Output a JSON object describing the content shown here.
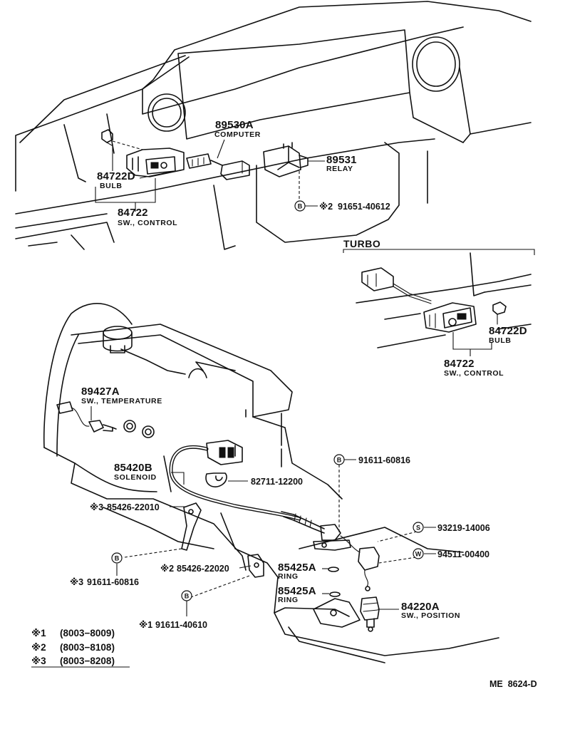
{
  "diagram": {
    "parts": {
      "computer": {
        "number": "89530A",
        "name": "COMPUTER"
      },
      "relay": {
        "number": "89531",
        "name": "RELAY"
      },
      "bulb_main": {
        "number": "84722D",
        "name": "BULB"
      },
      "switch_control_main": {
        "number": "84722",
        "name": "SW., CONTROL"
      },
      "screw_b_top": {
        "marker": "B",
        "prefix": "※2",
        "number": "91651-40612"
      },
      "turbo_bulb": {
        "number": "84722D",
        "name": "BULB"
      },
      "turbo_switch_control": {
        "number": "84722",
        "name": "SW., CONTROL"
      },
      "temp_switch": {
        "number": "89427A",
        "name": "SW., TEMPERATURE"
      },
      "solenoid": {
        "number": "85420B",
        "name": "SOLENOID"
      },
      "bolt_b_mid": {
        "marker": "B",
        "number": "91611-60816"
      },
      "clamp_82711": {
        "number": "82711-12200"
      },
      "bracket_3": {
        "prefix": "※3",
        "number": "85426-22010"
      },
      "screw_s": {
        "marker": "S",
        "number": "93219-14006"
      },
      "washer_w": {
        "marker": "W",
        "number": "94511-00400"
      },
      "bolt_b_3": {
        "marker": "B",
        "prefix": "※3",
        "number": "91611-60816"
      },
      "bracket_2": {
        "prefix": "※2",
        "number": "85426-22020"
      },
      "ring_upper": {
        "number": "85425A",
        "name": "RING"
      },
      "ring_lower": {
        "number": "85425A",
        "name": "RING"
      },
      "position_switch": {
        "number": "84220A",
        "name": "SW., POSITION"
      },
      "bolt_b_1": {
        "marker": "B",
        "prefix": "※1",
        "number": "91611-40610"
      }
    },
    "turbo_label": "TURBO",
    "legend": [
      {
        "mark": "※1",
        "range": "(8003−8009)"
      },
      {
        "mark": "※2",
        "range": "(8003−8108)"
      },
      {
        "mark": "※3",
        "range": "(8003−8208)"
      }
    ],
    "drawing_code": "ME  8624-D"
  }
}
